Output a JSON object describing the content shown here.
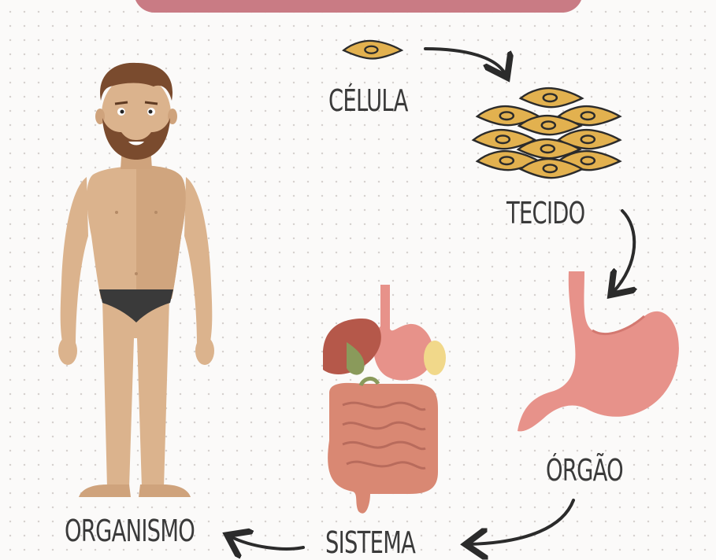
{
  "labels": {
    "celula": "CÉLULA",
    "tecido": "TECIDO",
    "orgao": "ÓRGÃO",
    "sistema": "SISTEMA",
    "organismo": "ORGANISMO"
  },
  "colors": {
    "header_band": "#c97b84",
    "skin": "#dbb38d",
    "beard": "#7a4b2e",
    "underwear": "#3a3a3a",
    "cell": "#e2b14f",
    "stomach": "#e7928a",
    "liver": "#b5584a",
    "intestine": "#d98873",
    "arrow": "#2b2b2b",
    "text": "#3a3a3a"
  },
  "icons": [
    "cell-icon",
    "tissue-icon",
    "stomach-icon",
    "digestive-system-icon",
    "human-figure-icon"
  ]
}
